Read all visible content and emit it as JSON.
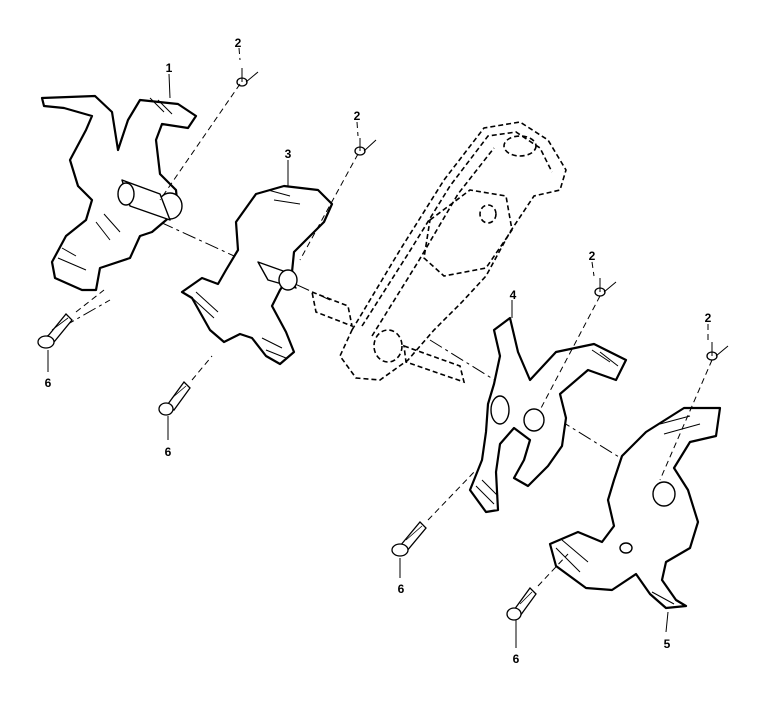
{
  "diagram": {
    "callouts": {
      "tine_1": "1",
      "clip_a": "2",
      "clip_b": "2",
      "clip_c": "2",
      "clip_d": "2",
      "tine_3": "3",
      "tine_4": "4",
      "tine_5": "5",
      "bolt_a": "6",
      "bolt_b": "6",
      "bolt_c": "6",
      "bolt_d": "6"
    }
  }
}
